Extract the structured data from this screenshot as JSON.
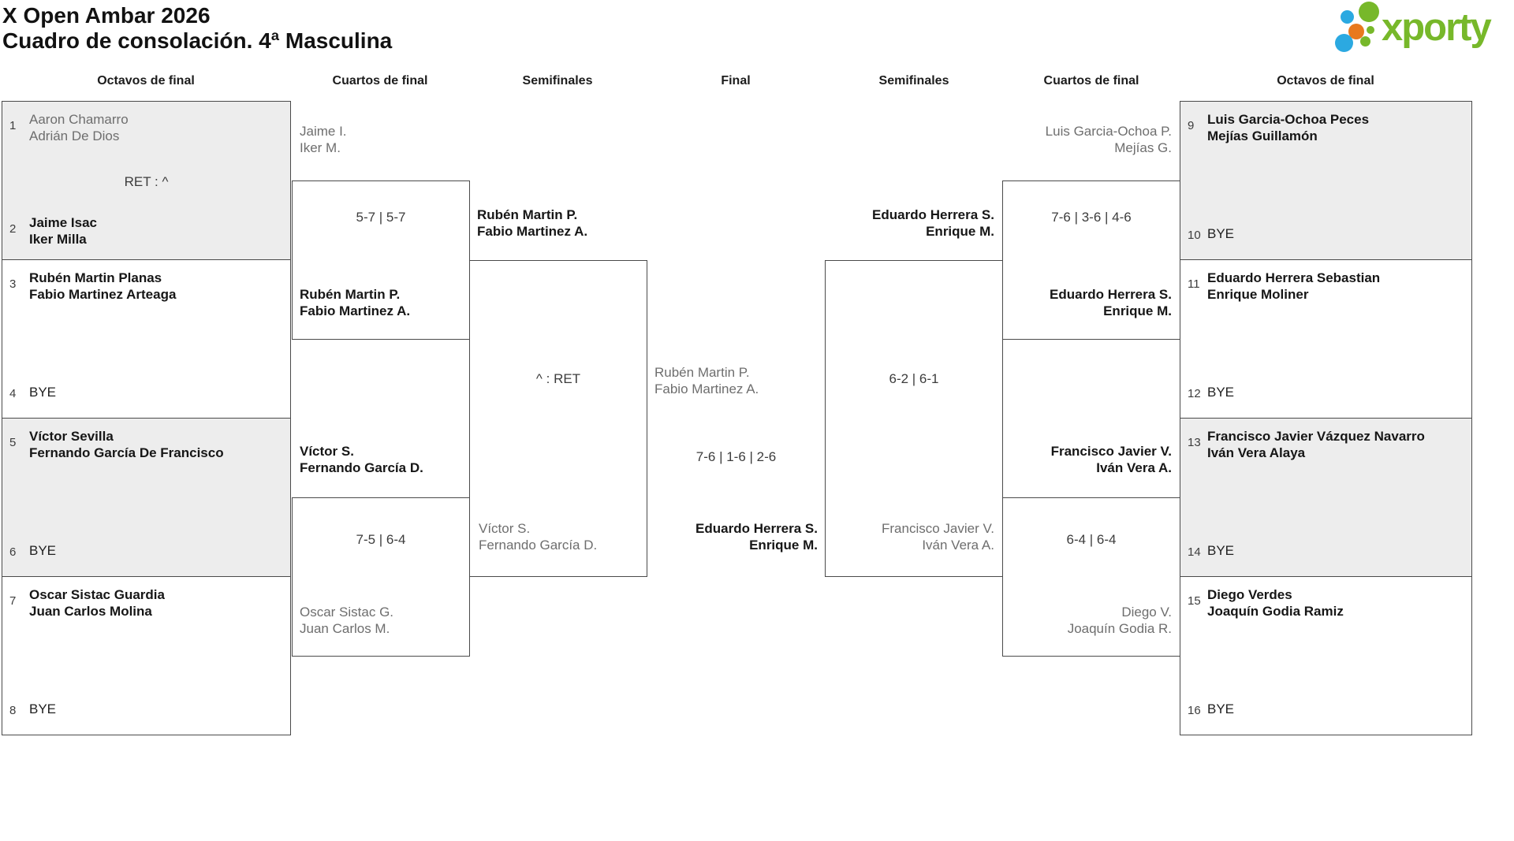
{
  "title": {
    "line1": "X Open Ambar 2026",
    "line2": "Cuadro de consolación. 4ª Masculina"
  },
  "logo": {
    "text": "xporty"
  },
  "colors": {
    "brand_green": "#77b82a",
    "dot_blue": "#2ba9e1",
    "dot_orange": "#e8791e",
    "box_gray_fill": "#ededed",
    "line_border": "#4a4a4a",
    "winner_text": "#161616",
    "loser_text": "#6e6e6e"
  },
  "headers": {
    "octavos_left": "Octavos de final",
    "cuartos_left": "Cuartos de final",
    "semis_left": "Semifinales",
    "final": "Final",
    "semis_right": "Semifinales",
    "cuartos_right": "Cuartos de final",
    "octavos_right": "Octavos de final"
  },
  "octavos_left": [
    {
      "seed_top": "1",
      "team_top": {
        "line1": "Aaron Chamarro",
        "line2": "Adrián De Dios"
      },
      "score": "RET : ^",
      "seed_bottom": "2",
      "team_bottom": {
        "line1": "Jaime Isac",
        "line2": "Iker Milla"
      }
    },
    {
      "seed_top": "3",
      "team_top": {
        "line1": "Rubén Martin Planas",
        "line2": "Fabio Martinez Arteaga"
      },
      "seed_bottom": "4",
      "bye": "BYE"
    },
    {
      "seed_top": "5",
      "team_top": {
        "line1": "Víctor Sevilla",
        "line2": "Fernando García De Francisco"
      },
      "seed_bottom": "6",
      "bye": "BYE"
    },
    {
      "seed_top": "7",
      "team_top": {
        "line1": "Oscar Sistac Guardia",
        "line2": "Juan Carlos Molina"
      },
      "seed_bottom": "8",
      "bye": "BYE"
    }
  ],
  "octavos_right": [
    {
      "seed_top": "9",
      "team_top": {
        "line1": "Luis Garcia-Ochoa Peces",
        "line2": "Mejías Guillamón"
      },
      "seed_bottom": "10",
      "bye": "BYE"
    },
    {
      "seed_top": "11",
      "team_top": {
        "line1": "Eduardo Herrera Sebastian",
        "line2": "Enrique Moliner"
      },
      "seed_bottom": "12",
      "bye": "BYE"
    },
    {
      "seed_top": "13",
      "team_top": {
        "line1": "Francisco Javier Vázquez Navarro",
        "line2": "Iván Vera Alaya"
      },
      "seed_bottom": "14",
      "bye": "BYE"
    },
    {
      "seed_top": "15",
      "team_top": {
        "line1": "Diego Verdes",
        "line2": "Joaquín Godia Ramiz"
      },
      "seed_bottom": "16",
      "bye": "BYE"
    }
  ],
  "cuartos_left": [
    {
      "team_top": {
        "line1": "Jaime I.",
        "line2": "Iker M."
      },
      "score": "5-7 | 5-7",
      "team_bottom": {
        "line1": "Rubén Martin P.",
        "line2": "Fabio Martinez A."
      }
    },
    {
      "team_top": {
        "line1": "Víctor S.",
        "line2": "Fernando García D."
      },
      "score": "7-5 | 6-4",
      "team_bottom": {
        "line1": "Oscar Sistac G.",
        "line2": "Juan Carlos M."
      }
    }
  ],
  "semis_left": {
    "team_top": {
      "line1": "Rubén Martin P.",
      "line2": "Fabio Martinez A."
    },
    "score": "^ : RET",
    "team_bottom": {
      "line1": "Víctor S.",
      "line2": "Fernando García D."
    }
  },
  "final": {
    "team_left": {
      "line1": "Rubén Martin P.",
      "line2": "Fabio Martinez A."
    },
    "score": "7-6 | 1-6 | 2-6",
    "team_right": {
      "line1": "Eduardo Herrera S.",
      "line2": "Enrique M."
    }
  },
  "semis_right": {
    "team_top": {
      "line1": "Eduardo Herrera S.",
      "line2": "Enrique M."
    },
    "score": "6-2 | 6-1",
    "team_bottom": {
      "line1": "Francisco Javier V.",
      "line2": "Iván Vera A."
    }
  },
  "cuartos_right": [
    {
      "team_top": {
        "line1": "Luis Garcia-Ochoa P.",
        "line2": "Mejías G."
      },
      "score": "7-6 | 3-6 | 4-6",
      "team_bottom": {
        "line1": "Eduardo Herrera S.",
        "line2": "Enrique M."
      }
    },
    {
      "team_top": {
        "line1": "Francisco Javier V.",
        "line2": "Iván Vera A."
      },
      "score": "6-4 | 6-4",
      "team_bottom": {
        "line1": "Diego V.",
        "line2": "Joaquín Godia R."
      }
    }
  ]
}
